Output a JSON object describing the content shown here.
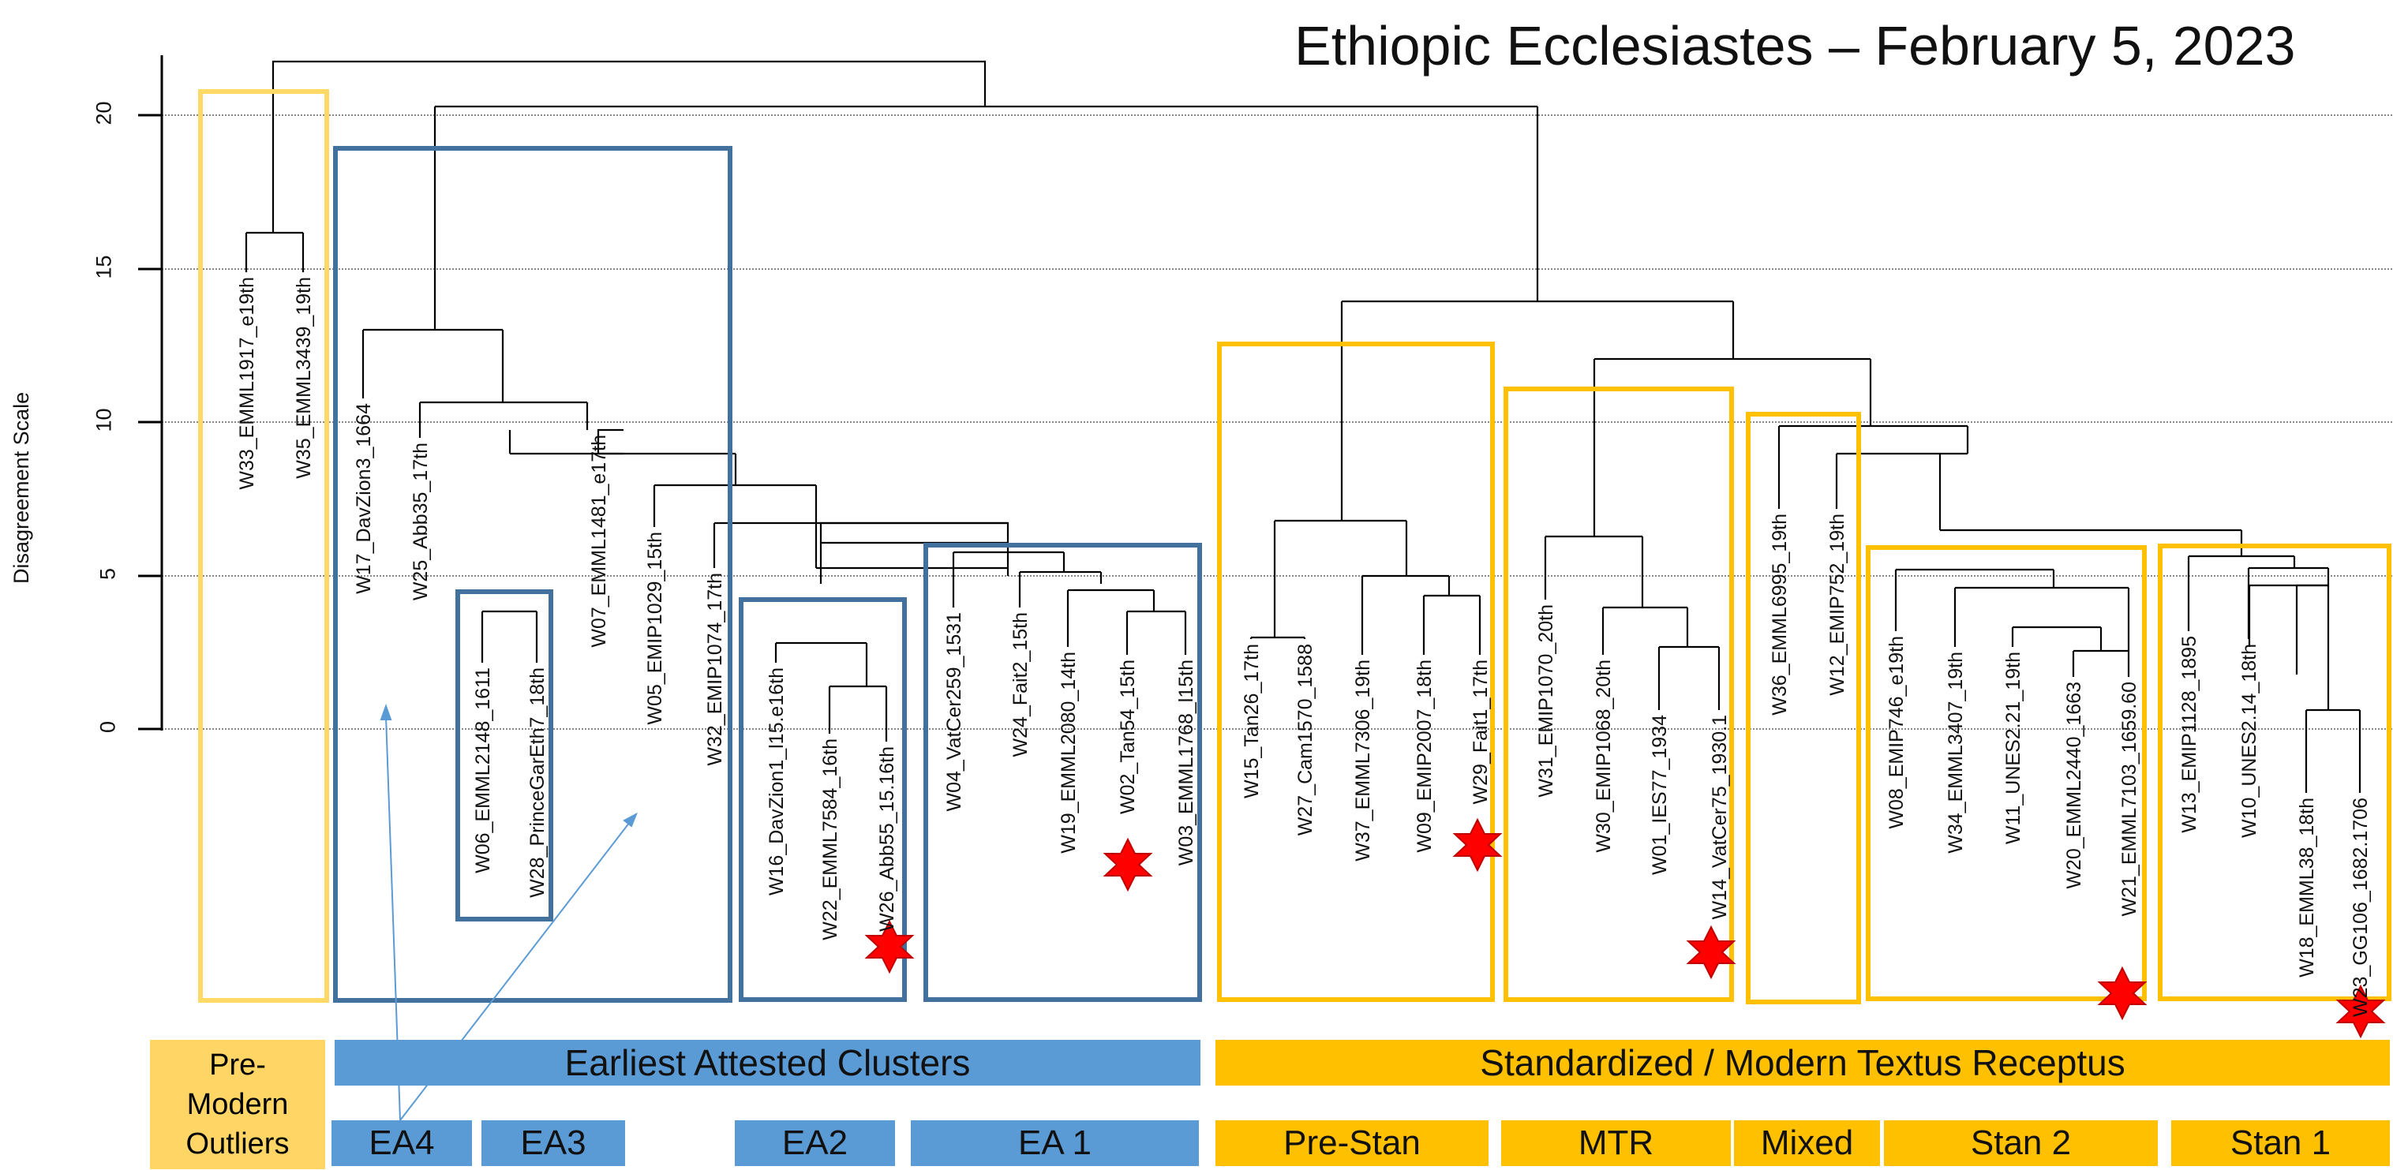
{
  "title": "Ethiopic Ecclesiastes – February 5, 2023",
  "y_axis": {
    "label": "Disagreement Scale",
    "ticks": [
      "20",
      "15",
      "10",
      "5",
      "0"
    ]
  },
  "leaves": [
    {
      "name": "W33_EMML1917_e19th"
    },
    {
      "name": "W35_EMML3439_19th"
    },
    {
      "name": "W17_DavZion3_1664"
    },
    {
      "name": "W25_Abb35_17th"
    },
    {
      "name": "W06_EMML2148_1611"
    },
    {
      "name": "W28_PrinceGarEth7_18th"
    },
    {
      "name": "W07_EMML1481_e17th"
    },
    {
      "name": "W05_EMIP1029_15th"
    },
    {
      "name": "W32_EMIP1074_17th"
    },
    {
      "name": "W16_DavZion1_l15.e16th"
    },
    {
      "name": "W22_EMML7584_16th"
    },
    {
      "name": "W26_Abb55_15.16th"
    },
    {
      "name": "W04_VatCer259_1531"
    },
    {
      "name": "W24_Fait2_15th"
    },
    {
      "name": "W19_EMML2080_14th"
    },
    {
      "name": "W02_Tan54_15th"
    },
    {
      "name": "W03_EMML1768_l15th"
    },
    {
      "name": "W15_Tan26_17th"
    },
    {
      "name": "W27_Cam1570_1588"
    },
    {
      "name": "W37_EMML7306_19th"
    },
    {
      "name": "W09_EMIP2007_18th"
    },
    {
      "name": "W29_Fait1_17th"
    },
    {
      "name": "W31_EMIP1070_20th"
    },
    {
      "name": "W30_EMIP1068_20th"
    },
    {
      "name": "W01_IES77_1934"
    },
    {
      "name": "W14_VatCer75_1930.1"
    },
    {
      "name": "W36_EMML6995_19th"
    },
    {
      "name": "W12_EMIP752_19th"
    },
    {
      "name": "W08_EMIP746_e19th"
    },
    {
      "name": "W34_EMML3407_19th"
    },
    {
      "name": "W11_UNES2.21_19th"
    },
    {
      "name": "W20_EMML2440_1663"
    },
    {
      "name": "W21_EMML7103_1659.60"
    },
    {
      "name": "W13_EMIP1128_1895"
    },
    {
      "name": "W10_UNES2.14_18th"
    },
    {
      "name": "W18_EMML38_18th"
    },
    {
      "name": "W23_GG106_1682.1706"
    }
  ],
  "bands": {
    "pre_modern": [
      "Pre-",
      "Modern",
      "Outliers"
    ],
    "earliest": "Earliest Attested Clusters",
    "standardized": "Standardized / Modern Textus Receptus"
  },
  "subgroups": [
    "EA4",
    "EA3",
    "EA2",
    "EA 1",
    "Pre-Stan",
    "MTR",
    "Mixed",
    "Stan 2",
    "Stan 1"
  ],
  "colors": {
    "blue_box": "#41719c",
    "blue_band": "#5b9bd5",
    "yellow_box": "#ffc000",
    "light_yellow_box": "#ffd966",
    "yellow_band": "#ffc000",
    "pre_modern_band": "#ffd666",
    "star": "#ff0000",
    "arrow": "#5b9bd5"
  },
  "star_markers": [
    "W26_Abb55_15.16th",
    "W02_Tan54_15th",
    "W29_Fait1_17th",
    "W14_VatCer75_1930.1",
    "W21_EMML7103_1659.60",
    "W23_GG106_1682.1706"
  ]
}
